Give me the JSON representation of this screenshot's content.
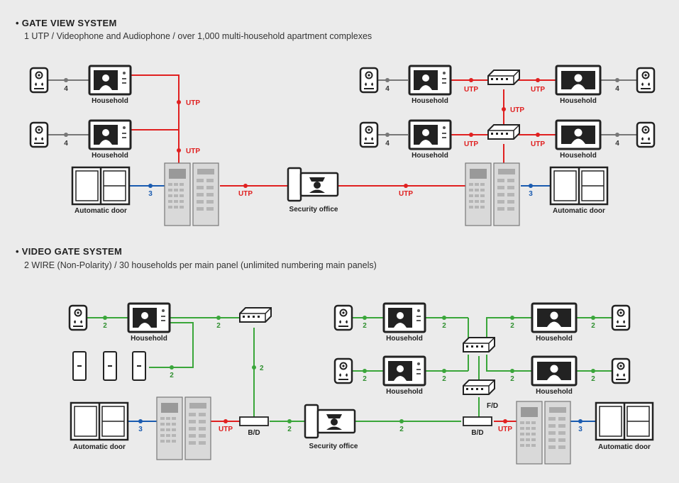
{
  "section1": {
    "title": "• GATE VIEW SYSTEM",
    "subtitle": "1 UTP / Videophone and Audiophone / over 1,000 multi-household apartment complexes",
    "household_label": "Household",
    "automatic_door_label": "Automatic door",
    "security_office_label": "Security office",
    "utp_label": "UTP",
    "wire_count_4": "4",
    "wire_count_3": "3"
  },
  "section2": {
    "title": "• VIDEO GATE SYSTEM",
    "subtitle": "2 WIRE (Non-Polarity) / 30 households per main panel (unlimited numbering main panels)",
    "household_label": "Household",
    "automatic_door_label": "Automatic door",
    "security_office_label": "Security office",
    "utp_label": "UTP",
    "bd_label": "B/D",
    "fd_label": "F/D",
    "wire_count_2": "2",
    "wire_count_3": "3"
  },
  "colors": {
    "utp": "#e02020",
    "two_wire": "#3aa63a",
    "three_wire": "#1a5bb0",
    "four_wire": "#777777"
  }
}
